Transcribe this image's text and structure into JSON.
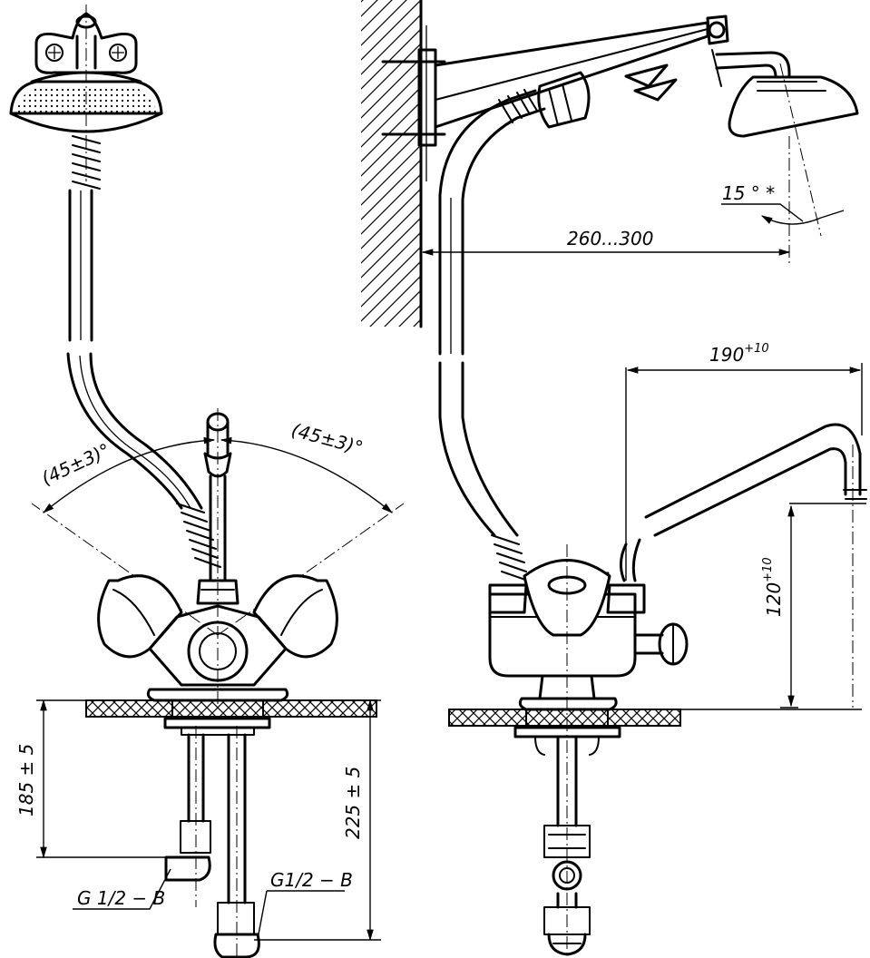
{
  "dimensions": {
    "left_angle": "(45±3)°",
    "right_angle": "(45±3)°",
    "height_185": "185 ± 5",
    "height_225": "225 ± 5",
    "thread_left": "G 1/2 − B",
    "thread_right": "G1/2 − B",
    "shower_angle": "15 ° *",
    "reach_260_300": "260...300",
    "spout_reach_base": "190",
    "spout_reach_tol": "+10",
    "spout_height_base": "120",
    "spout_height_tol": "+10"
  },
  "colors": {
    "line": "#000000",
    "background": "#ffffff"
  }
}
